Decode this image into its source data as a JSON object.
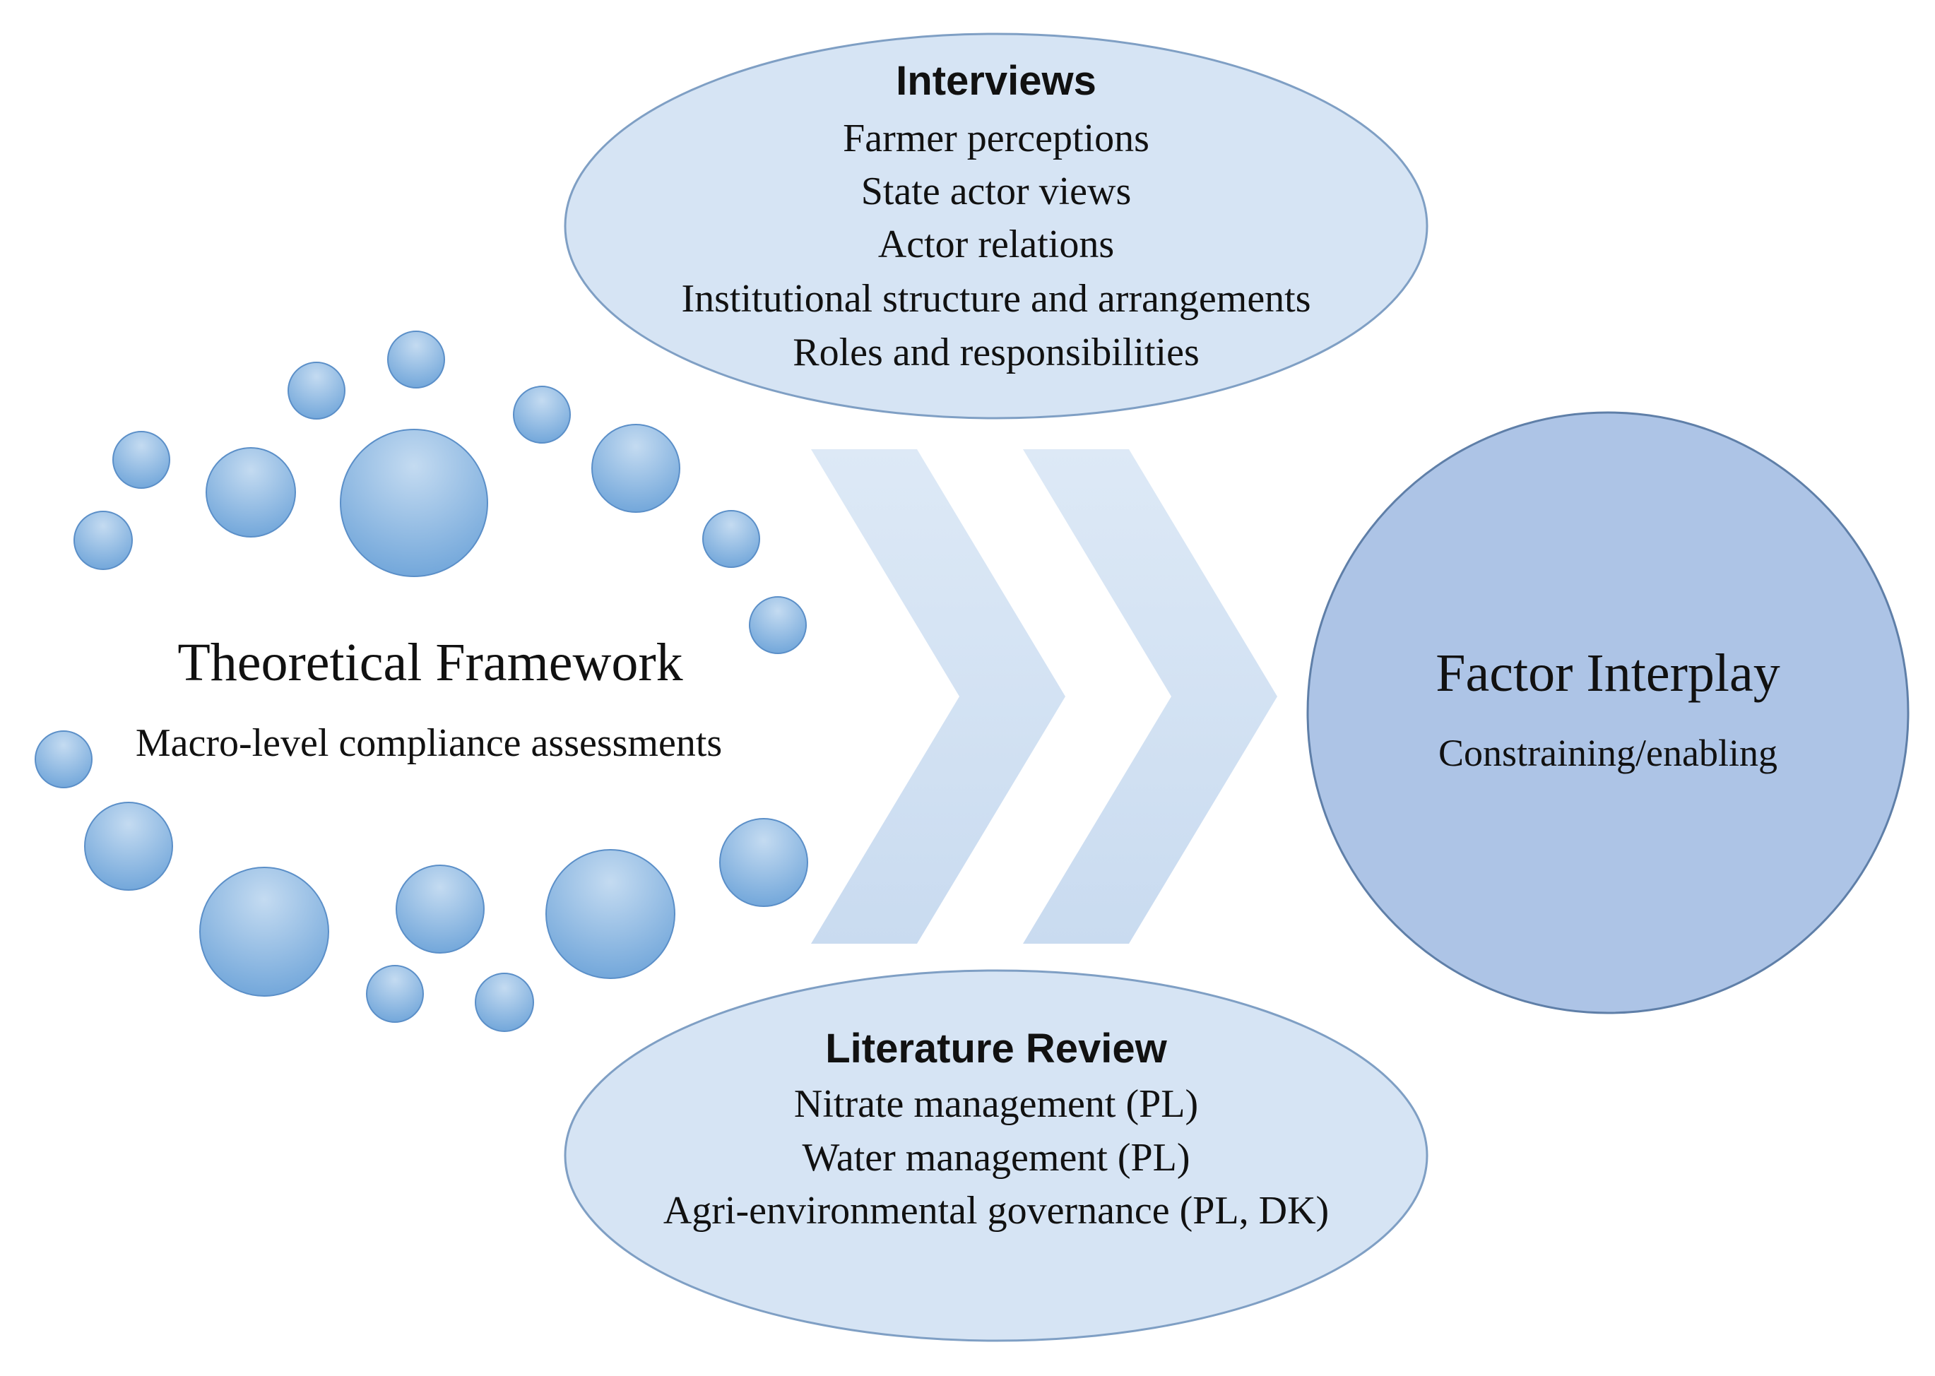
{
  "interviews": {
    "title": "Interviews",
    "items": [
      "Farmer perceptions",
      "State actor views",
      "Actor relations",
      "Institutional structure and arrangements",
      "Roles and responsibilities"
    ]
  },
  "theoretical_framework": {
    "title": "Theoretical Framework",
    "subtitle": "Macro-level compliance assessments"
  },
  "factor_interplay": {
    "title": "Factor Interplay",
    "subtitle": "Constraining/enabling"
  },
  "literature_review": {
    "title": "Literature Review",
    "items": [
      "Nitrate management (PL)",
      "Water management (PL)",
      "Agri-environmental governance (PL, DK)"
    ]
  },
  "colors": {
    "ellipse_fill": "#d6e4f4",
    "ellipse_stroke": "#7f9fc4",
    "bubble_light": "#b8d3ee",
    "bubble_dark": "#6ea4d9",
    "bubble_stroke": "#5b8fc8",
    "circle_fill": "#adc4e6",
    "circle_stroke": "#5f7fa8",
    "chevron_fill": "#d3e2f3"
  }
}
